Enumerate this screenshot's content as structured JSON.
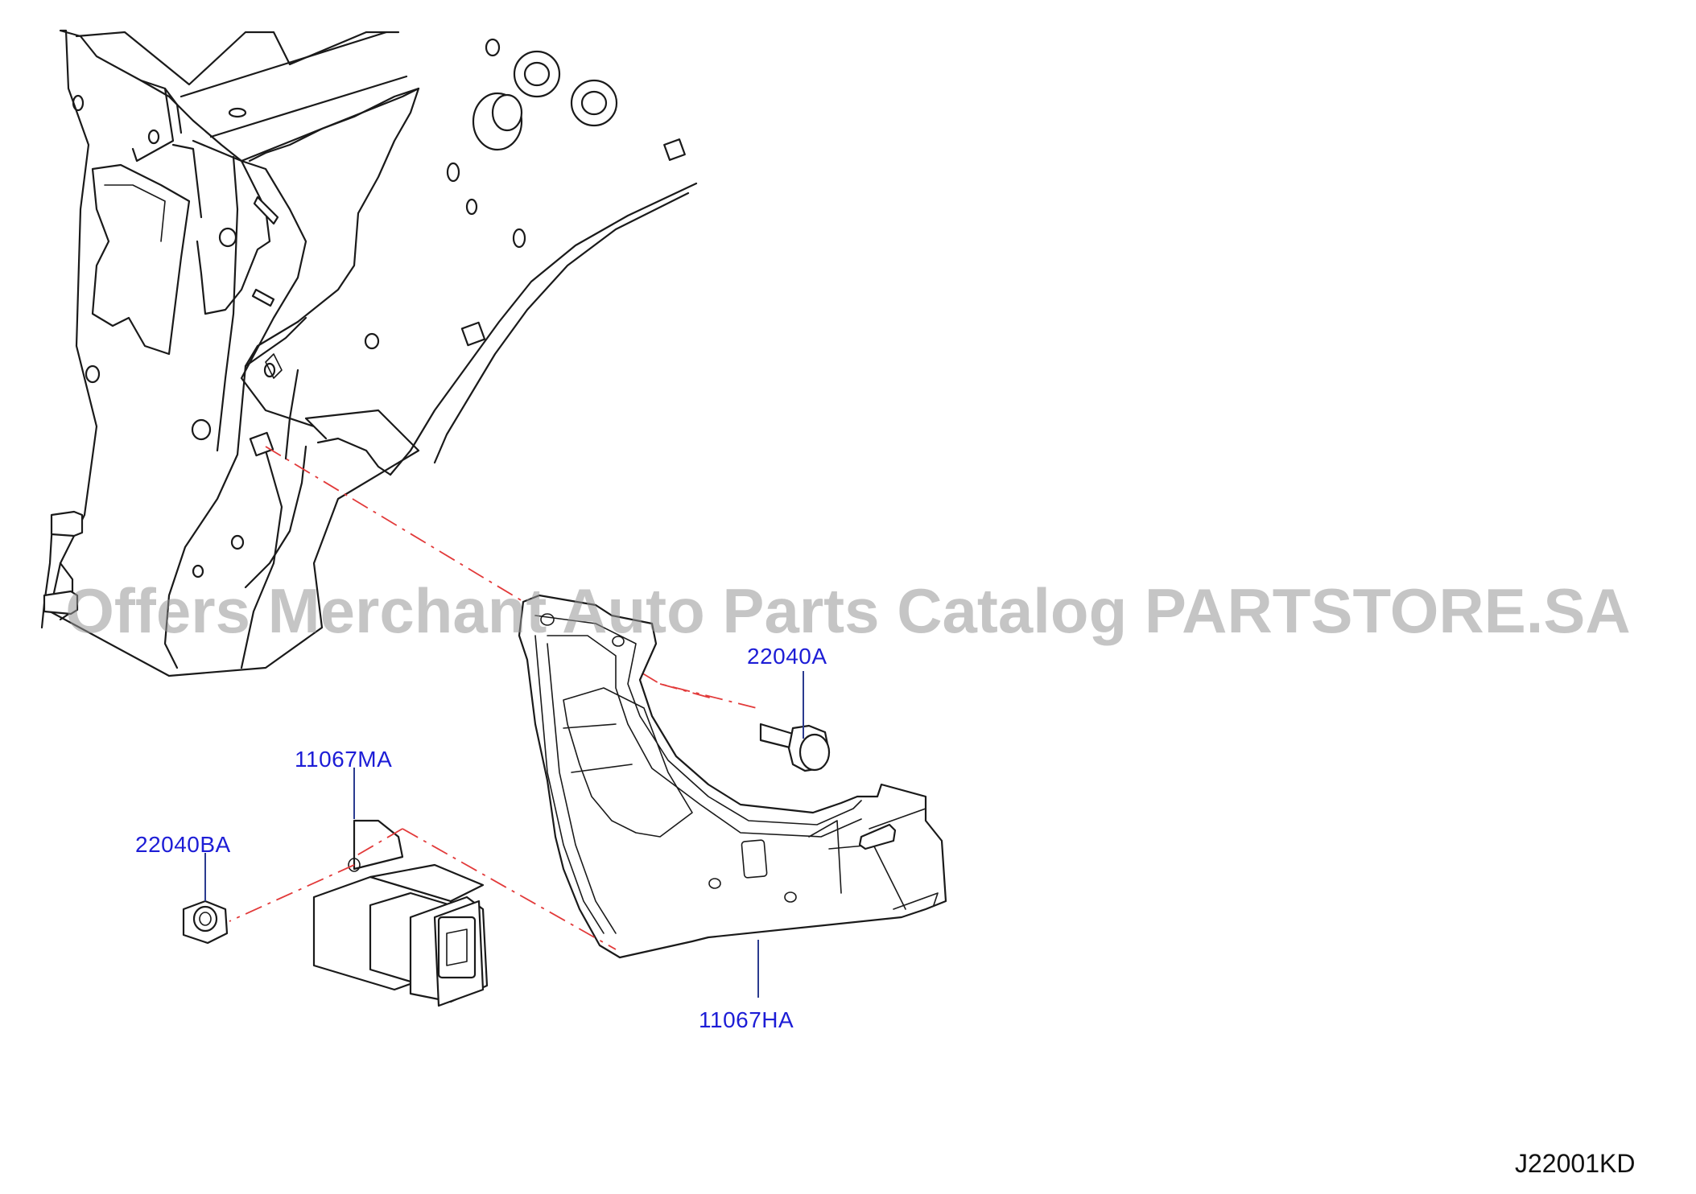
{
  "watermark": "Offers Merchant Auto Parts Catalog PARTSTORE.SA",
  "diagram_code": "J22001KD",
  "parts": {
    "bolt": "22040A",
    "module": "11067MA",
    "nut": "22040BA",
    "bracket": "11067HA"
  },
  "colors": {
    "label": "#1d1dd6",
    "leader": "#2b3b8f",
    "phantom_line": "#e23a3a",
    "outline": "#1a1a1a"
  }
}
